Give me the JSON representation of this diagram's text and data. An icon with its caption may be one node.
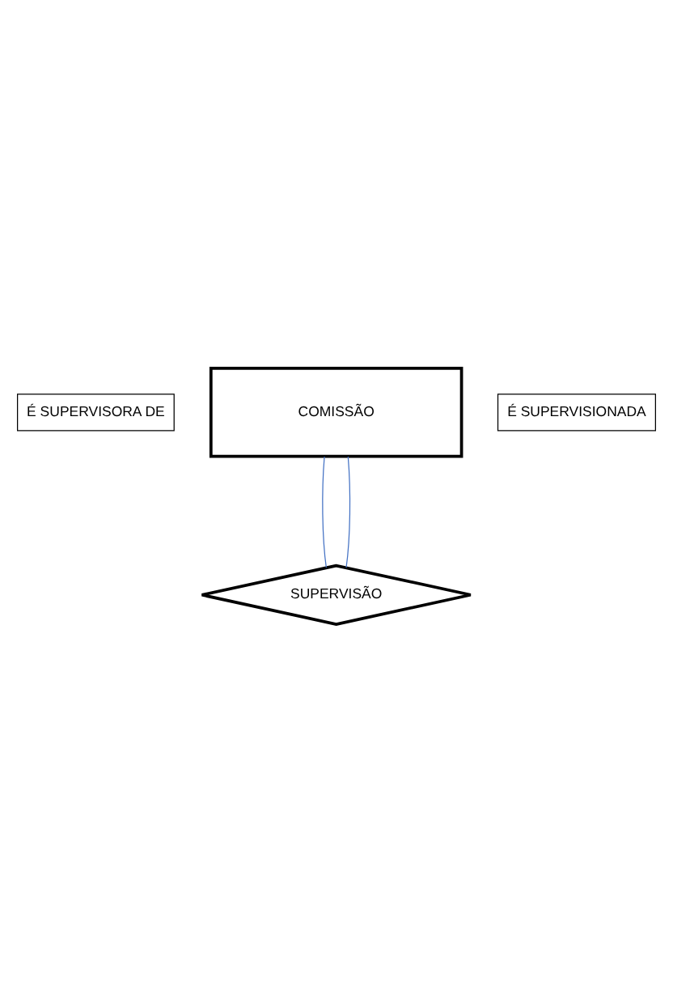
{
  "diagram": {
    "nodes": [
      {
        "text": [
          "COMISSÃO"
        ]
      },
      {
        "text": [
          "É SUPERVISORA DE"
        ]
      },
      {
        "text": [
          "É SUPERVISIONADA"
        ]
      },
      {
        "text": [
          "SUPERVISÃO"
        ]
      }
    ],
    "edges": [
      {
        "from": 0,
        "to": 3,
        "arrow": "none",
        "color": "#4472c4"
      },
      {
        "from": 0,
        "to": 3,
        "arrow": "none",
        "color": "#4472c4"
      }
    ]
  }
}
